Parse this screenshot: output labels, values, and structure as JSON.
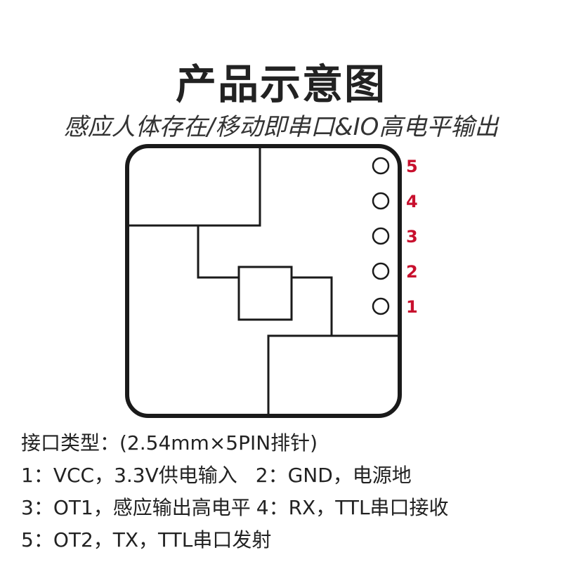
{
  "header": {
    "title": "产品示意图",
    "subtitle": "感应人体存在/移动即串口&IO高电平输出"
  },
  "pins": [
    {
      "label": "5"
    },
    {
      "label": "4"
    },
    {
      "label": "3"
    },
    {
      "label": "2"
    },
    {
      "label": "1"
    }
  ],
  "colors": {
    "outline": "#1a1a1a",
    "pin_label": "#c8102e",
    "text": "#222222"
  },
  "specs": {
    "interface": "接口类型：(2.54mm×5PIN排针)",
    "pin1": "1：VCC，3.3V供电输入",
    "pin2": "2：GND，电源地",
    "pin3": "3：OT1，感应输出高电平",
    "pin4": "4：RX，TTL串口接收",
    "pin5": "5：OT2，TX，TTL串口发射"
  }
}
